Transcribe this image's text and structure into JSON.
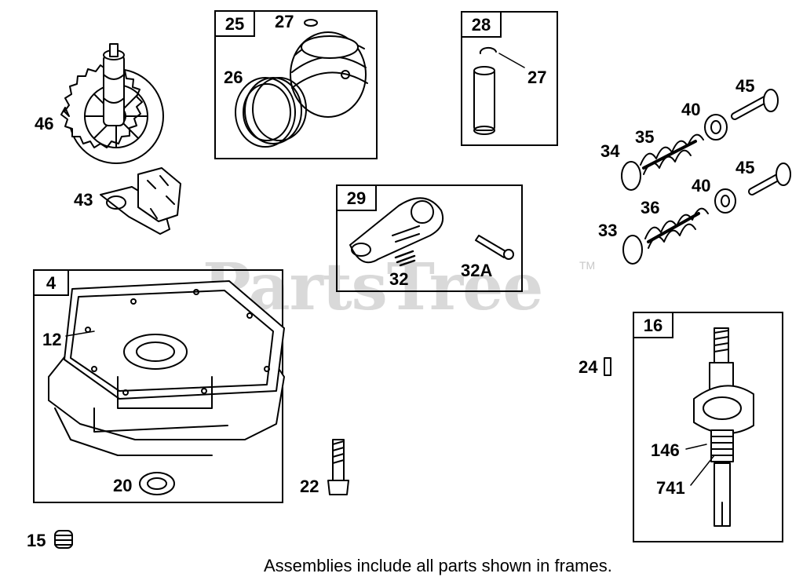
{
  "watermark": {
    "text": "PartsTree",
    "tm": "TM"
  },
  "frames": [
    {
      "id": "25",
      "label": "25"
    },
    {
      "id": "28",
      "label": "28"
    },
    {
      "id": "29",
      "label": "29"
    },
    {
      "id": "4",
      "label": "4"
    },
    {
      "id": "16",
      "label": "16"
    }
  ],
  "callouts": {
    "c46": "46",
    "c43": "43",
    "c27a": "27",
    "c26": "26",
    "c27b": "27",
    "c45a": "45",
    "c40a": "40",
    "c35": "35",
    "c34": "34",
    "c45b": "45",
    "c40b": "40",
    "c36": "36",
    "c33": "33",
    "c32": "32",
    "c32a": "32A",
    "c12": "12",
    "c20": "20",
    "c22": "22",
    "c15": "15",
    "c24": "24",
    "c146": "146",
    "c741": "741"
  },
  "footer": "Assemblies include all parts shown in frames."
}
